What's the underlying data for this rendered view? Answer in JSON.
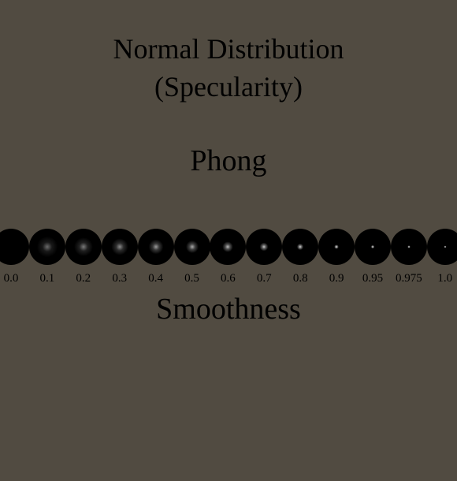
{
  "title": {
    "line1": "Normal Distribution",
    "line2": "(Specularity)"
  },
  "subtitle": "Phong",
  "axis_label": "Smoothness",
  "colors": {
    "background": "#514b41",
    "sphere_base": "#000000",
    "highlight": "#ffffff",
    "text": "#000000"
  },
  "samples": [
    {
      "label": "0.0",
      "smoothness": 0.0
    },
    {
      "label": "0.1",
      "smoothness": 0.1
    },
    {
      "label": "0.2",
      "smoothness": 0.2
    },
    {
      "label": "0.3",
      "smoothness": 0.3
    },
    {
      "label": "0.4",
      "smoothness": 0.4
    },
    {
      "label": "0.5",
      "smoothness": 0.5
    },
    {
      "label": "0.6",
      "smoothness": 0.6
    },
    {
      "label": "0.7",
      "smoothness": 0.7
    },
    {
      "label": "0.8",
      "smoothness": 0.8
    },
    {
      "label": "0.9",
      "smoothness": 0.9
    },
    {
      "label": "0.95",
      "smoothness": 0.95
    },
    {
      "label": "0.975",
      "smoothness": 0.975
    },
    {
      "label": "1.0",
      "smoothness": 1.0
    }
  ]
}
